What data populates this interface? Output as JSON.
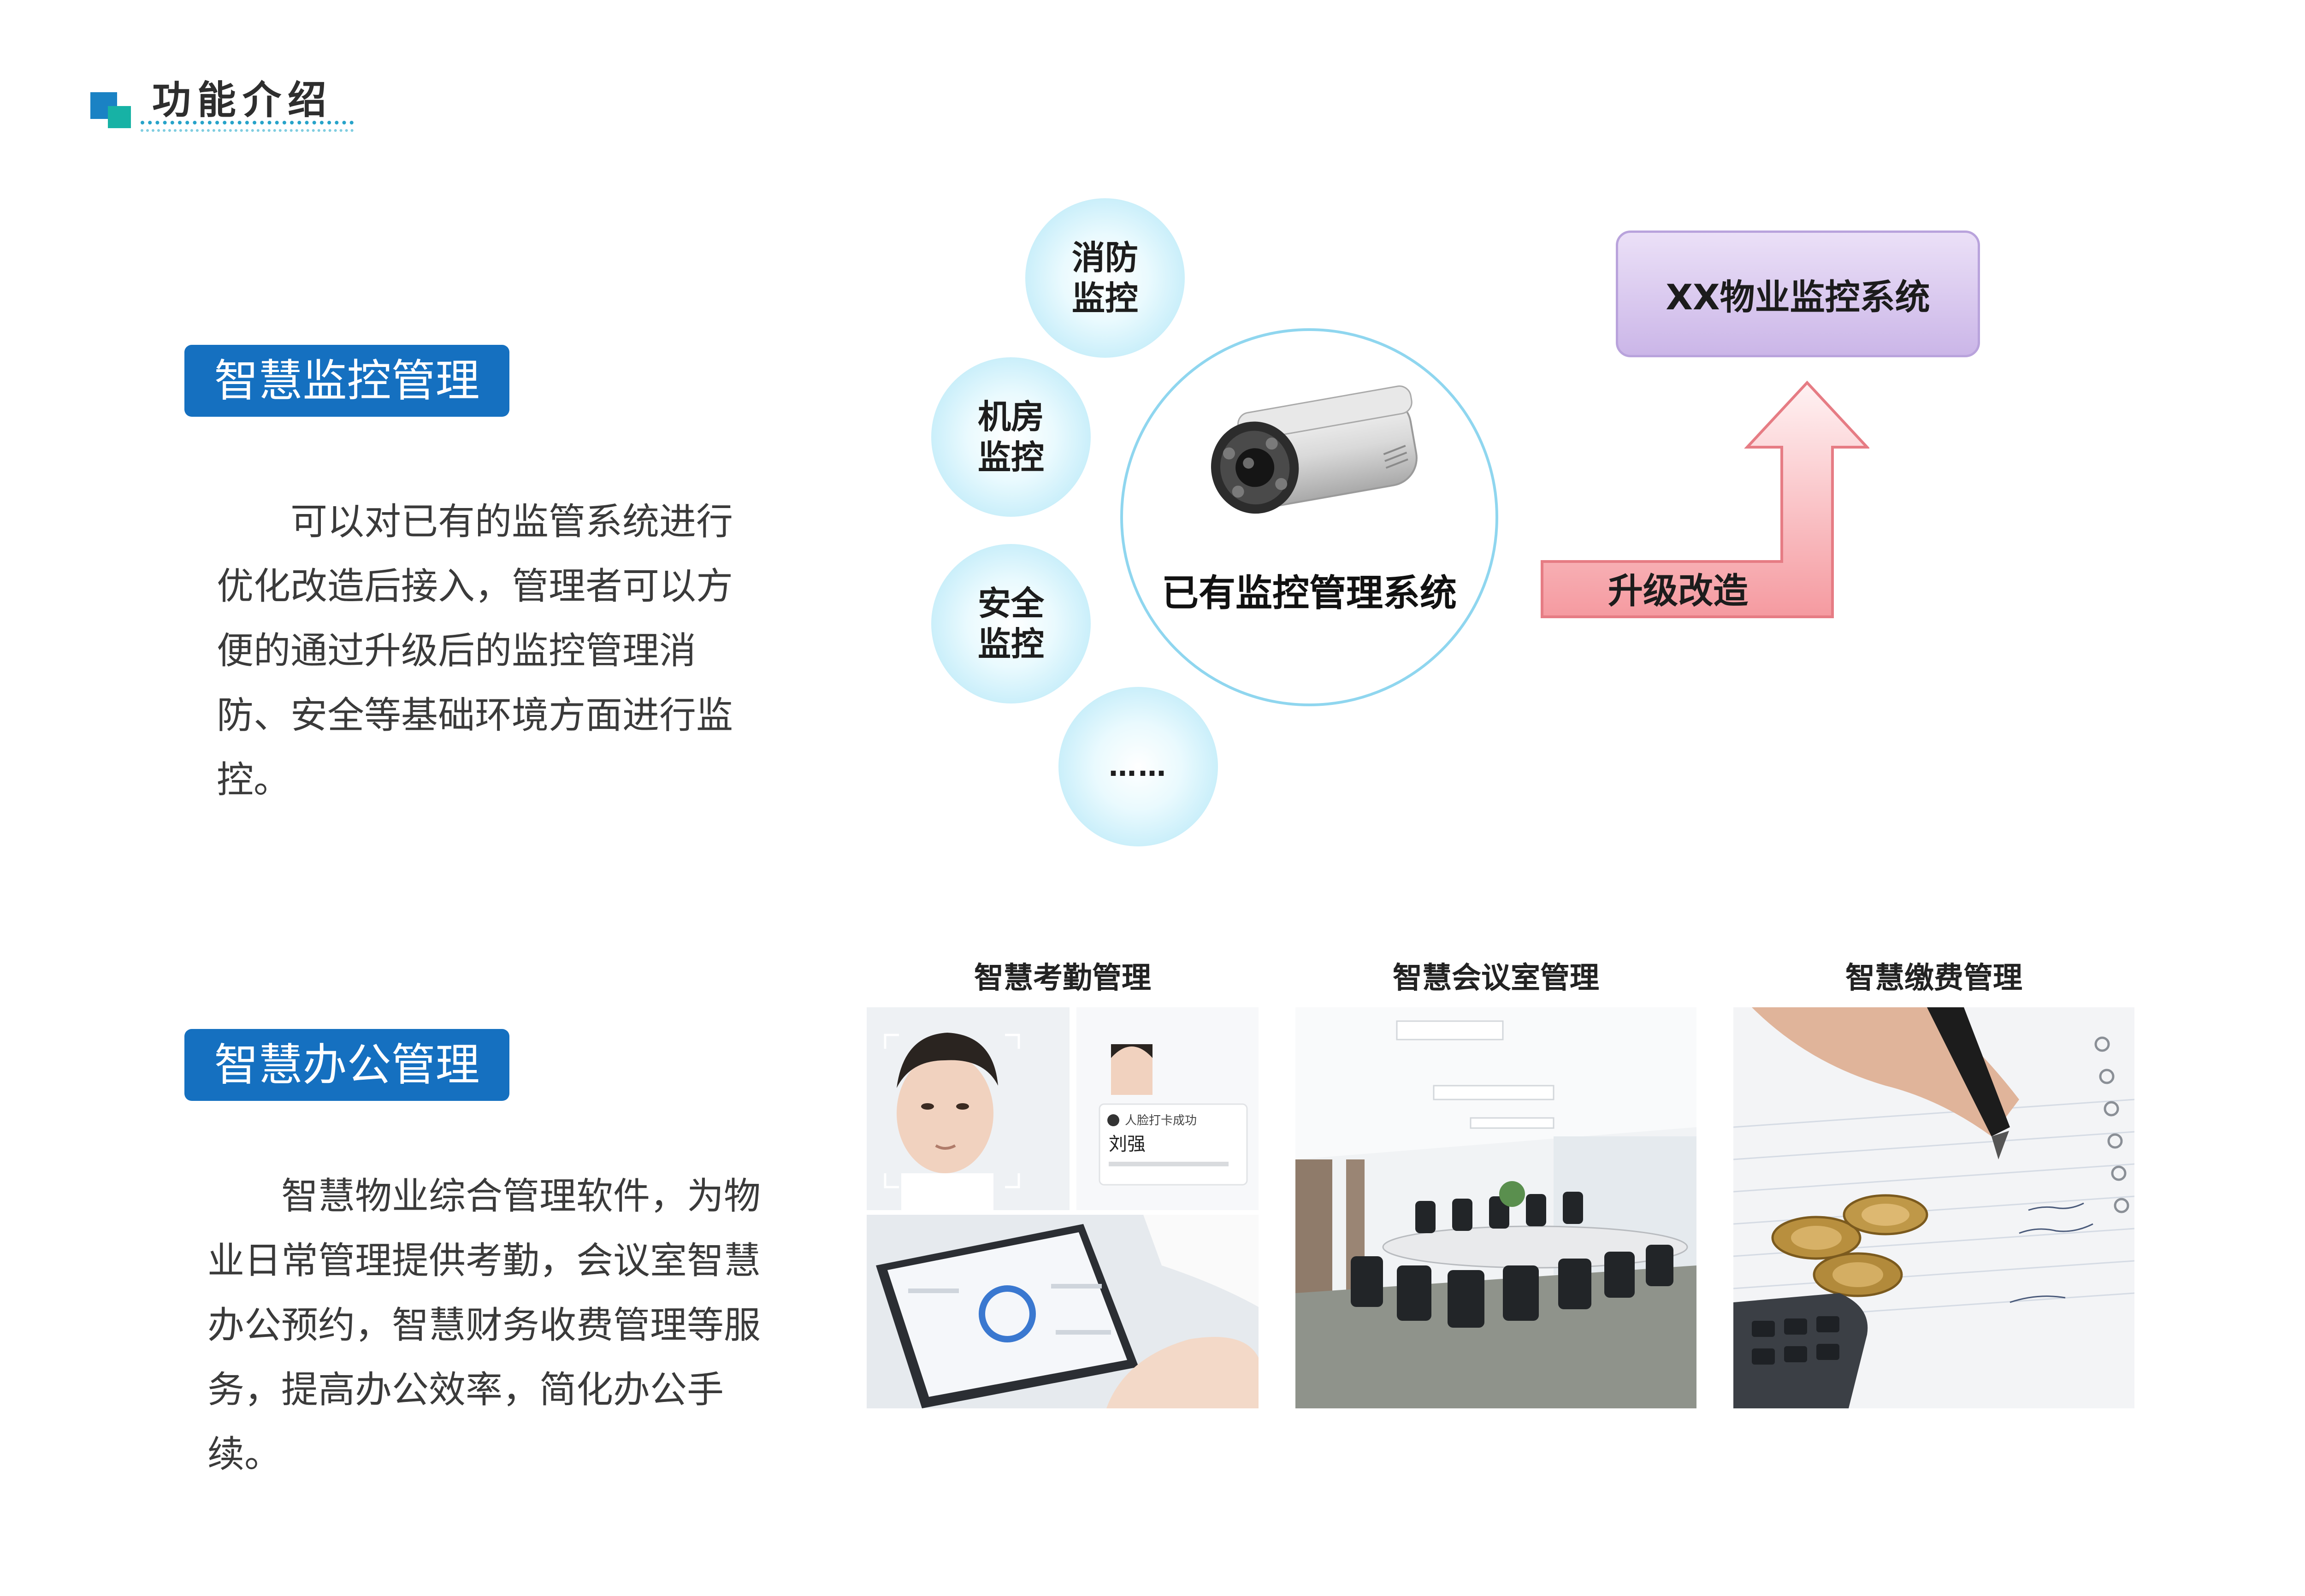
{
  "header": {
    "title": "功能介绍"
  },
  "section1": {
    "badge": "智慧监控管理",
    "paragraph": "可以对已有的监管系统进行优化改造后接入，管理者可以方便的通过升级后的监控管理消防、安全等基础环境方面进行监控。"
  },
  "diagram": {
    "bubbles": {
      "fire": "消防监控",
      "room": "机房监控",
      "safe": "安全监控",
      "more": "……"
    },
    "center_label": "已有监控管理系统",
    "upgrade_label": "升级改造",
    "target_label": "XX物业监控系统"
  },
  "section2": {
    "badge": "智慧办公管理",
    "paragraph": "智慧物业综合管理软件，为物业日常管理提供考勤，会议室智慧办公预约，智慧财务收费管理等服务，提高办公效率，简化办公手续。"
  },
  "photos": {
    "attendance_caption": "智慧考勤管理",
    "meeting_caption": "智慧会议室管理",
    "payment_caption": "智慧缴费管理",
    "attendance_card_status": "人脸打卡成功",
    "attendance_card_name": "刘强"
  },
  "colors": {
    "badge_blue": "#1570c0",
    "bubble_blue": "#aee5f7",
    "target_purple": "#cbb6e8",
    "arrow_pink": "#f8a9ad"
  }
}
